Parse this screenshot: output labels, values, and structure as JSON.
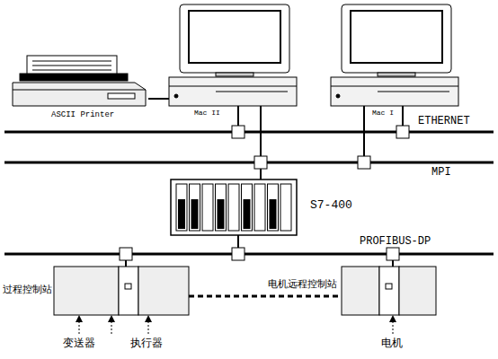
{
  "diagram": {
    "nodes": [
      {
        "text": [
          "ASCII Printer"
        ]
      },
      {
        "text": [
          "Mac II"
        ]
      },
      {
        "text": [
          "Mac I"
        ]
      },
      {
        "text": [
          "S7-400"
        ]
      },
      {
        "text": [
          "过程控制站"
        ]
      },
      {
        "text": [
          "电机远程控制站"
        ]
      }
    ],
    "edges": [
      {
        "from": 0,
        "to": 1,
        "arrow": "none"
      },
      {
        "from": 4,
        "to": 5,
        "arrow": "none"
      }
    ],
    "labels": [
      "ETHERNET",
      "MPI",
      "PROFIBUS-DP",
      "变送器",
      "执行器",
      "电机"
    ]
  }
}
